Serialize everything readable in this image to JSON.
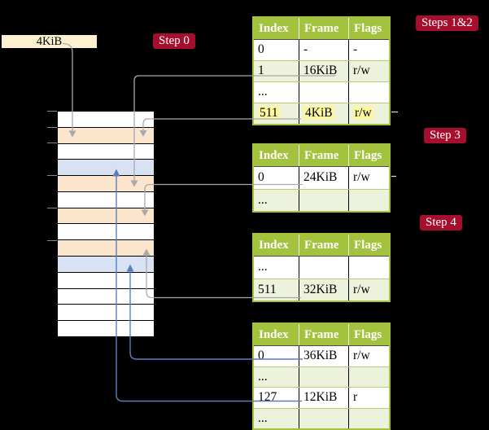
{
  "colors": {
    "background": "#000000",
    "crimson": "#a50e2d",
    "table_header_green": "#a3c23d",
    "table_row_green": "#edf2dc",
    "highlight_yellow": "#fdf7a1",
    "pagetable_peach": "#fce5cd",
    "page_blue": "#d9e2f3",
    "box_cream": "#fdf2d0",
    "arrow_gray": "#a9a9a9",
    "arrow_blue": "#5b7fb9"
  },
  "root_pointer": {
    "label": "4KiB"
  },
  "step_labels": {
    "step0": "Step 0",
    "steps12": "Steps 1&2",
    "step3": "Step 3",
    "step4": "Step 4"
  },
  "memory": {
    "rows": [
      {
        "kind": "free"
      },
      {
        "kind": "pagetable"
      },
      {
        "kind": "free"
      },
      {
        "kind": "page"
      },
      {
        "kind": "pagetable"
      },
      {
        "kind": "free"
      },
      {
        "kind": "pagetable"
      },
      {
        "kind": "free"
      },
      {
        "kind": "pagetable"
      },
      {
        "kind": "page"
      },
      {
        "kind": "free"
      },
      {
        "kind": "free"
      },
      {
        "kind": "free"
      },
      {
        "kind": "free"
      }
    ]
  },
  "tables": [
    {
      "name": "page-table-root",
      "headers": [
        "Index",
        "Frame",
        "Flags"
      ],
      "rows": [
        {
          "cells": [
            "0",
            "-",
            "-"
          ],
          "shaded": false,
          "highlighted": false
        },
        {
          "cells": [
            "1",
            "16KiB",
            "r/w"
          ],
          "shaded": true,
          "highlighted": false
        },
        {
          "cells": [
            "...",
            "",
            ""
          ],
          "shaded": false,
          "highlighted": false
        },
        {
          "cells": [
            "511",
            "4KiB",
            "r/w"
          ],
          "shaded": true,
          "highlighted": true
        }
      ]
    },
    {
      "name": "page-table-16kib",
      "headers": [
        "Index",
        "Frame",
        "Flags"
      ],
      "rows": [
        {
          "cells": [
            "0",
            "24KiB",
            "r/w"
          ],
          "shaded": false,
          "highlighted": false
        },
        {
          "cells": [
            "...",
            "",
            ""
          ],
          "shaded": true,
          "highlighted": false
        }
      ]
    },
    {
      "name": "page-table-24kib",
      "headers": [
        "Index",
        "Frame",
        "Flags"
      ],
      "rows": [
        {
          "cells": [
            "...",
            "",
            ""
          ],
          "shaded": false,
          "highlighted": false
        },
        {
          "cells": [
            "511",
            "32KiB",
            "r/w"
          ],
          "shaded": true,
          "highlighted": false
        }
      ]
    },
    {
      "name": "page-table-32kib",
      "headers": [
        "Index",
        "Frame",
        "Flags"
      ],
      "rows": [
        {
          "cells": [
            "0",
            "36KiB",
            "r/w"
          ],
          "shaded": false,
          "highlighted": false
        },
        {
          "cells": [
            "...",
            "",
            ""
          ],
          "shaded": true,
          "highlighted": false
        },
        {
          "cells": [
            "127",
            "12KiB",
            "r"
          ],
          "shaded": false,
          "highlighted": false
        },
        {
          "cells": [
            "...",
            "",
            ""
          ],
          "shaded": true,
          "highlighted": false
        }
      ]
    }
  ]
}
